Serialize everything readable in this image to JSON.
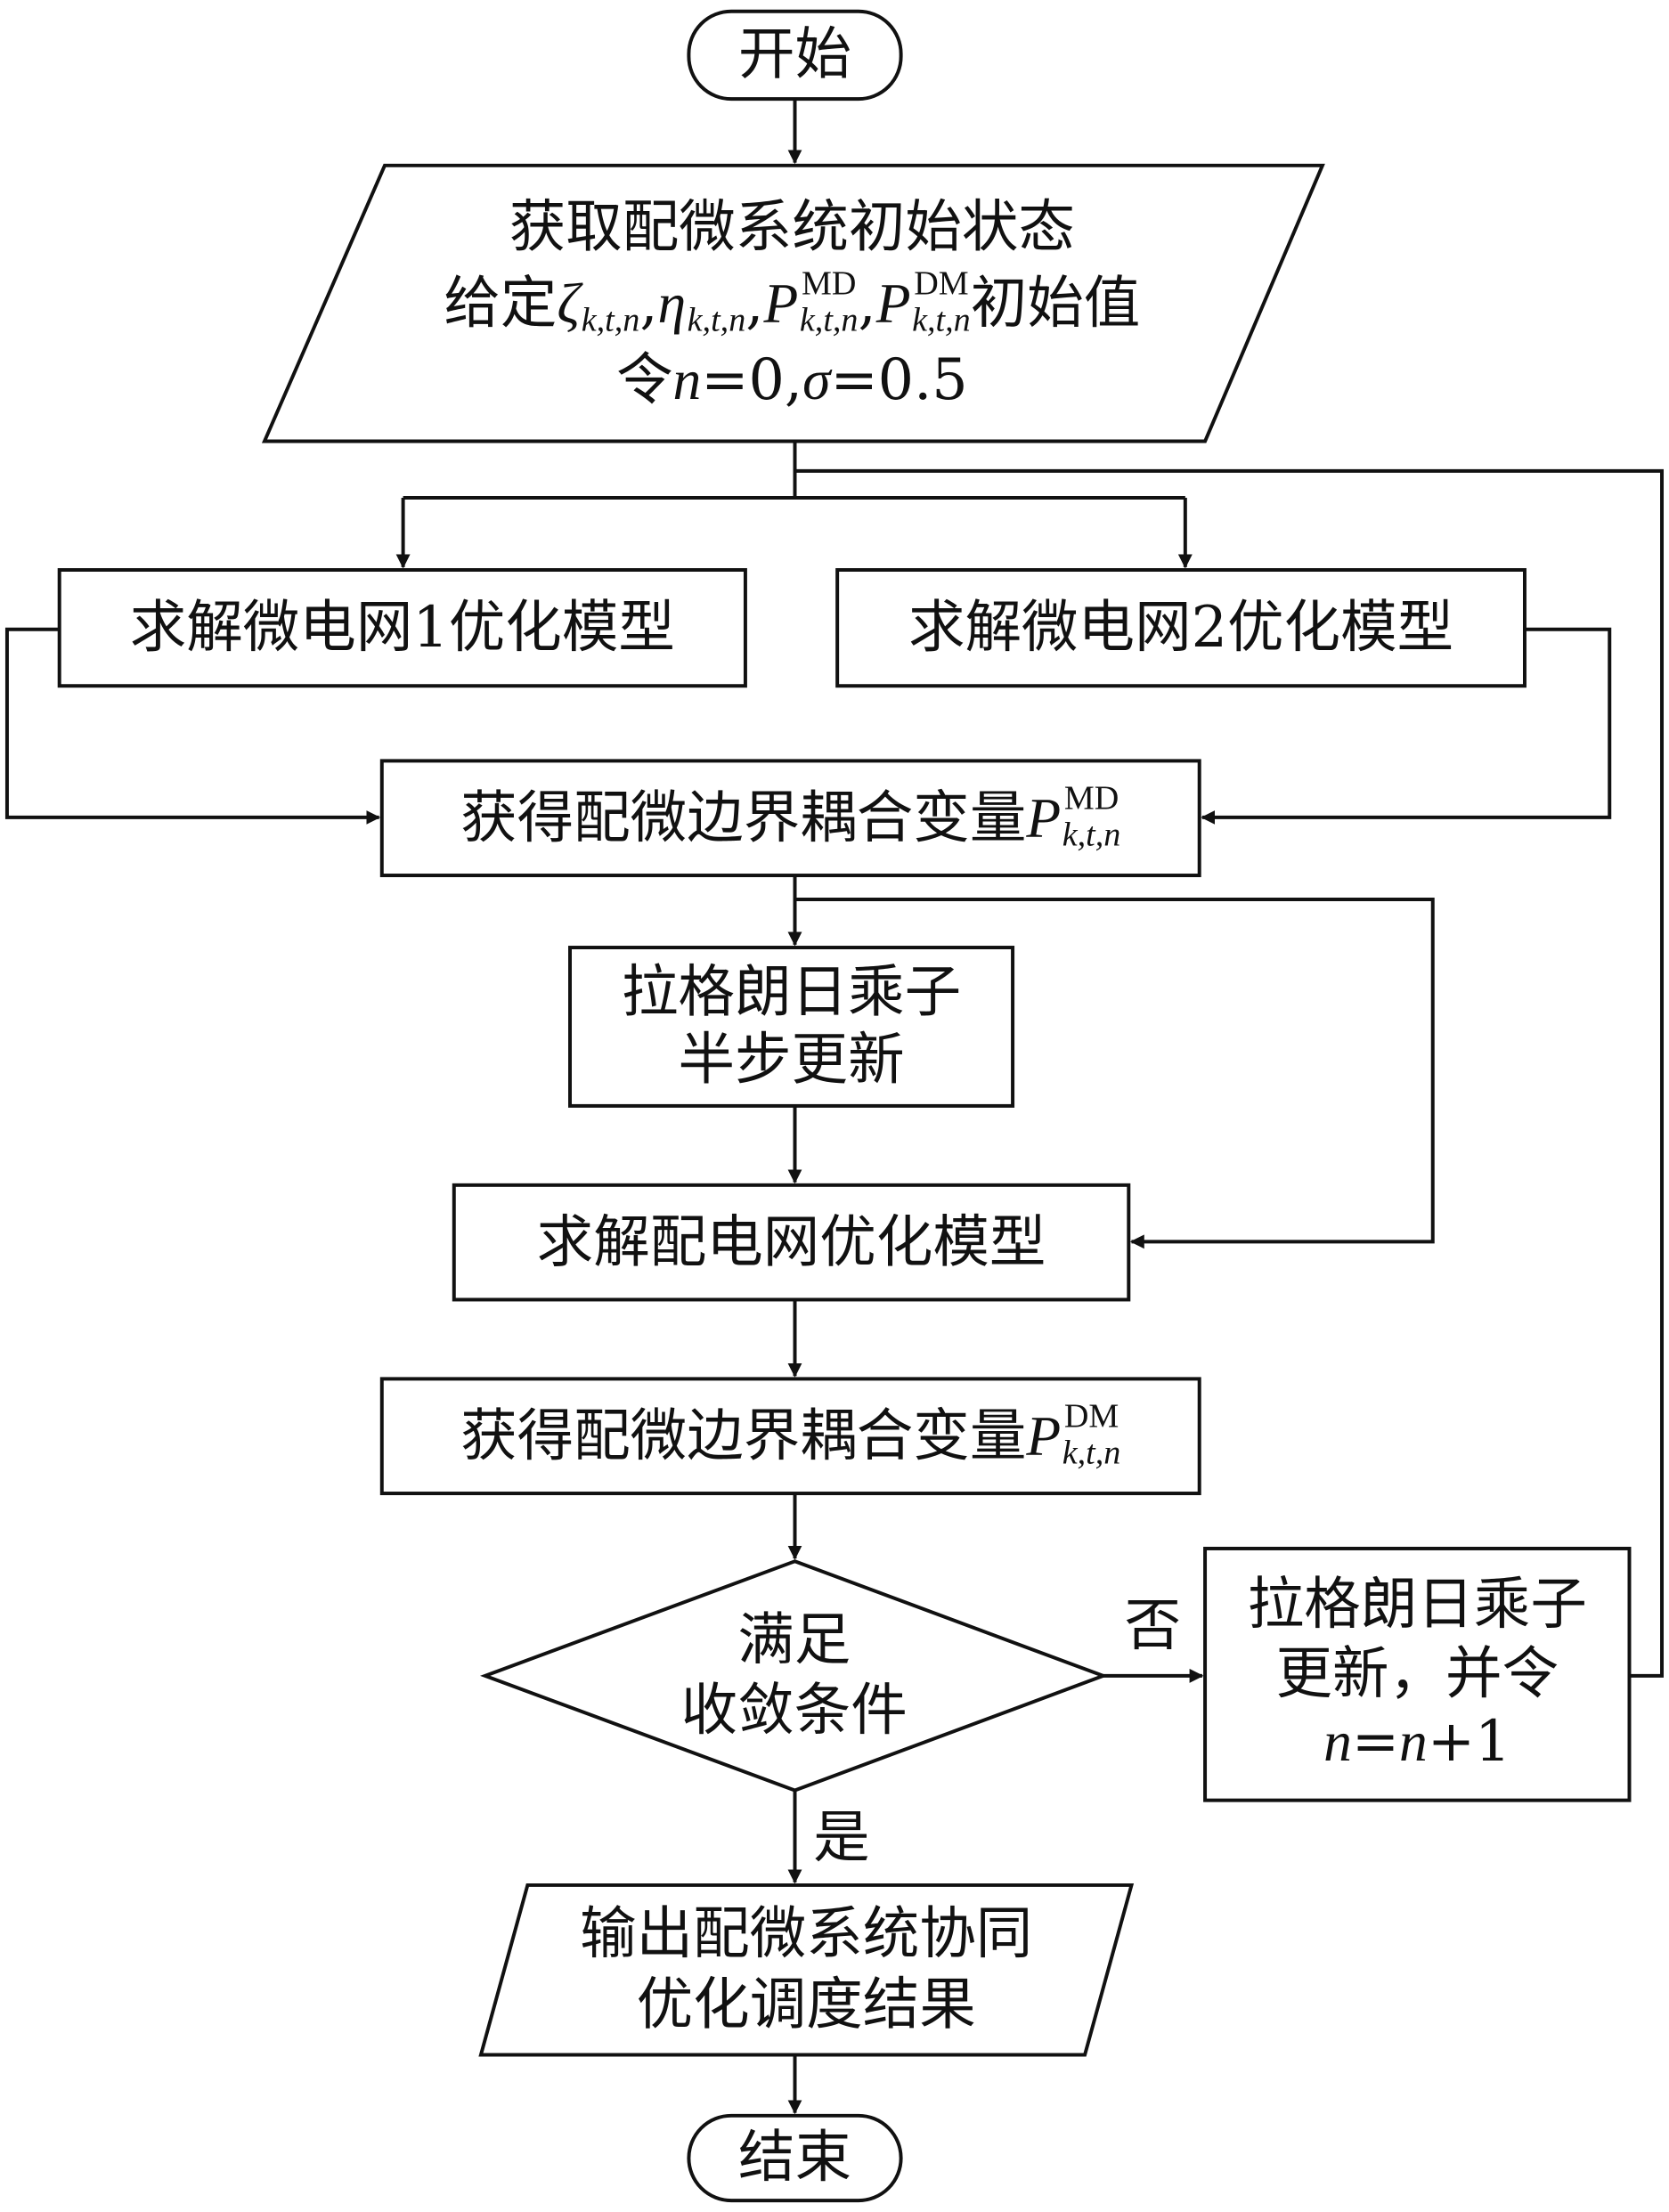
{
  "colors": {
    "stroke": "#111111",
    "background": "#ffffff"
  },
  "nodes": {
    "start": {
      "lines": [
        [
          {
            "text": "开始"
          }
        ]
      ]
    },
    "init": {
      "lines": [
        [
          {
            "text": "获取配微系统初始状态"
          }
        ],
        [
          {
            "text": "给定"
          },
          {
            "text": "ζ",
            "italic": true,
            "sub": "k,t,n"
          },
          {
            "text": ", "
          },
          {
            "text": "η",
            "italic": true,
            "sub": "k,t,n"
          },
          {
            "text": ", "
          },
          {
            "text": "P",
            "italic": true,
            "sup": "MD",
            "sub": "k,t,n"
          },
          {
            "text": ", "
          },
          {
            "text": "P",
            "italic": true,
            "sup": "DM",
            "sub": "k,t,n"
          },
          {
            "text": "初始值"
          }
        ],
        [
          {
            "text": "令"
          },
          {
            "text": "n",
            "italic": true
          },
          {
            "text": "=0, "
          },
          {
            "text": "σ",
            "italic": true
          },
          {
            "text": "=0.5"
          }
        ]
      ]
    },
    "mg1": {
      "lines": [
        [
          {
            "text": "求解微电网1优化模型"
          }
        ]
      ]
    },
    "mg2": {
      "lines": [
        [
          {
            "text": "求解微电网2优化模型"
          }
        ]
      ]
    },
    "get_md": {
      "lines": [
        [
          {
            "text": "获得配微边界耦合变量"
          },
          {
            "text": "P",
            "italic": true,
            "sup": "MD",
            "sub": "k,t,n"
          }
        ]
      ]
    },
    "half_update": {
      "lines": [
        [
          {
            "text": "拉格朗日乘子"
          }
        ],
        [
          {
            "text": "半步更新"
          }
        ]
      ]
    },
    "dn": {
      "lines": [
        [
          {
            "text": "求解配电网优化模型"
          }
        ]
      ]
    },
    "get_dm": {
      "lines": [
        [
          {
            "text": "获得配微边界耦合变量"
          },
          {
            "text": "P",
            "italic": true,
            "sup": "DM",
            "sub": "k,t,n"
          }
        ]
      ]
    },
    "converge": {
      "lines": [
        [
          {
            "text": "满足"
          }
        ],
        [
          {
            "text": "收敛条件"
          }
        ]
      ]
    },
    "update": {
      "lines": [
        [
          {
            "text": "拉格朗日乘子"
          }
        ],
        [
          {
            "text": "更新，并令"
          }
        ],
        [
          {
            "text": "n",
            "italic": true
          },
          {
            "text": "="
          },
          {
            "text": "n",
            "italic": true
          },
          {
            "text": "+1"
          }
        ]
      ]
    },
    "output": {
      "lines": [
        [
          {
            "text": "输出配微系统协同"
          }
        ],
        [
          {
            "text": "优化调度结果"
          }
        ]
      ]
    },
    "end": {
      "lines": [
        [
          {
            "text": "结束"
          }
        ]
      ]
    }
  },
  "edge_labels": {
    "no": "否",
    "yes": "是"
  }
}
